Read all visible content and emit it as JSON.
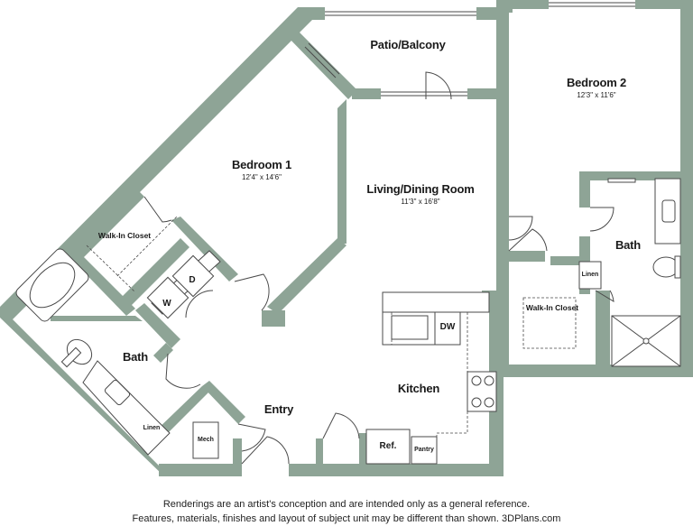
{
  "rooms": {
    "patio": {
      "name": "Patio/Balcony"
    },
    "bedroom1": {
      "name": "Bedroom 1",
      "dims": "12'4\" x 14'6\""
    },
    "bedroom2": {
      "name": "Bedroom 2",
      "dims": "12'3\" x 11'6\""
    },
    "living": {
      "name": "Living/Dining Room",
      "dims": "11'3\" x 16'8\""
    },
    "walkin1": {
      "name": "Walk-In Closet"
    },
    "walkin2": {
      "name": "Walk-In Closet"
    },
    "bath1": {
      "name": "Bath"
    },
    "bath2": {
      "name": "Bath"
    },
    "kitchen": {
      "name": "Kitchen"
    },
    "entry": {
      "name": "Entry"
    }
  },
  "fixtures": {
    "washer": "W",
    "dryer": "D",
    "linen1": "Linen",
    "linen2": "Linen",
    "mech": "Mech",
    "dishwasher": "DW",
    "fridge": "Ref.",
    "pantry": "Pantry"
  },
  "colors": {
    "wall": "#8ea496",
    "line": "#4a4a4a",
    "background": "#ffffff"
  },
  "disclaimer": {
    "line1": "Renderings are an artist's conception and are intended only as a general reference.",
    "line2": "Features, materials, finishes and layout of subject unit may be different than shown. 3DPlans.com"
  }
}
